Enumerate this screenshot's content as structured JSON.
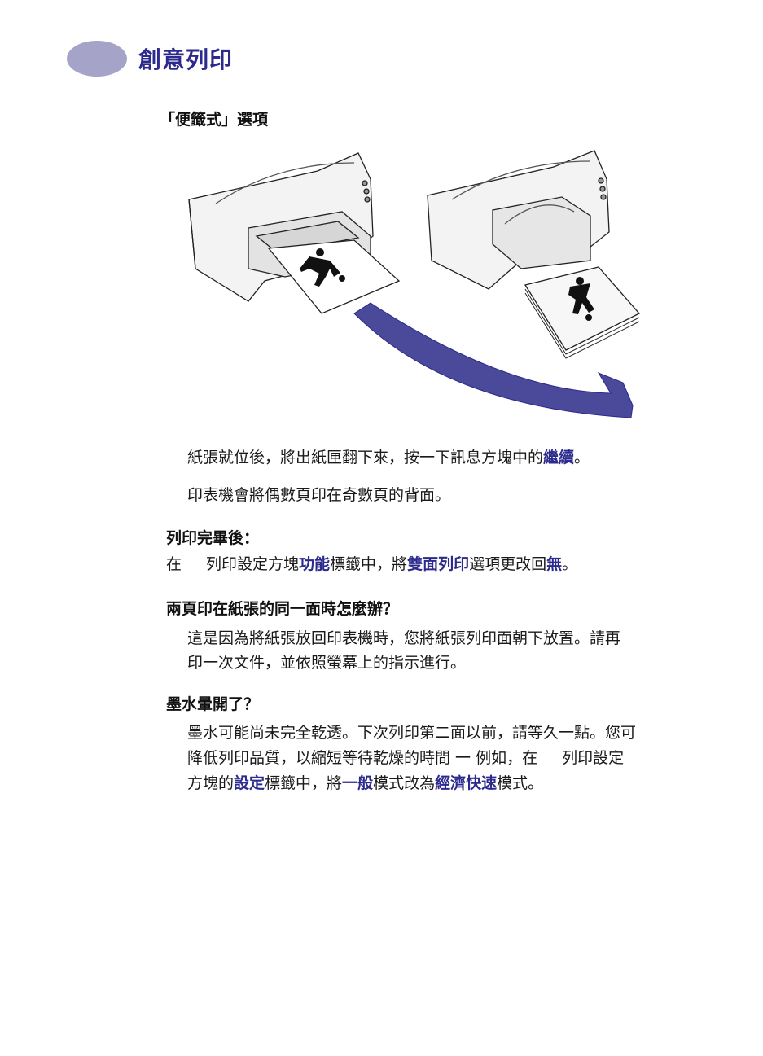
{
  "header": {
    "chapter_title": "創意列印"
  },
  "section": {
    "title": "「便籤式」選項"
  },
  "illustration": {
    "accent_color": "#4b4a9a",
    "icons": [
      "printer-icon",
      "printer-icon",
      "paper-stack-icon",
      "curved-arrow-icon"
    ]
  },
  "steps": {
    "p1_a": "紙張就位後，將出紙匣翻下來，按一下訊息方塊中的",
    "p1_k": "繼續",
    "p1_b": "。",
    "p2": "印表機會將偶數頁印在奇數頁的背面。"
  },
  "after_print": {
    "heading": "列印完畢後：",
    "t1": "在",
    "t2": "列印設定方塊",
    "k1": "功能",
    "t3": "標籤中，將",
    "k2": "雙面列印",
    "t4": "選項更改回",
    "k3": "無",
    "t5": "。"
  },
  "faq1": {
    "heading": "兩頁印在紙張的同一面時怎麼辦？",
    "line1": "這是因為將紙張放回印表機時，您將紙張列印面朝下放置。請再",
    "line2": "印一次文件，並依照螢幕上的指示進行。"
  },
  "faq2": {
    "heading": "墨水暈開了？",
    "line1": "墨水可能尚未完全乾透。下次列印第二面以前，請等久一點。您可",
    "line2a": "降低列印品質，以縮短等待乾燥的時間 一 例如，在",
    "line2b": "列印設定",
    "line3a": "方塊的",
    "k1": "設定",
    "line3b": "標籤中，將",
    "k2": "一般",
    "line3c": "模式改為",
    "k3": "經濟快速",
    "line3d": "模式。"
  }
}
